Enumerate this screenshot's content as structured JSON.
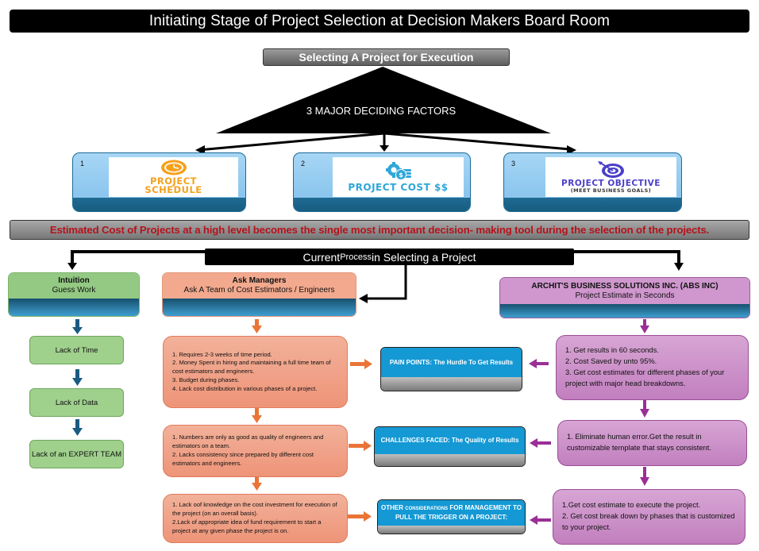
{
  "header": {
    "title": "Initiating Stage of Project Selection at Decision Makers Board Room",
    "selecting_label": "Selecting A Project for Execution",
    "triangle_label": "3 MAJOR DECIDING FACTORS"
  },
  "factors": [
    {
      "number": "1",
      "icon": "clock-icon",
      "title": "PROJECT",
      "subtitle": "SCHEDULE",
      "color": "#f5a11c"
    },
    {
      "number": "2",
      "icon": "gear-coin-icon",
      "title": "PROJECT COST $$",
      "subtitle": "",
      "color": "#2fa7d8"
    },
    {
      "number": "3",
      "icon": "target-arrow-icon",
      "title": "PROJECT OBJECTIVE",
      "subtitle": "(MEET BUSINESS GOALS)",
      "color": "#4a3fc8"
    }
  ],
  "banner": "Estimated Cost of Projects at a high level becomes the single most important decision- making tool during the selection of the projects.",
  "process_bar": {
    "part1": "Current ",
    "part2": "Process",
    "part3": " in Selecting  a Project"
  },
  "columns": {
    "intuition": {
      "title": "Intuition",
      "subtitle": "Guess Work",
      "items": [
        "Lack of Time",
        "Lack of Data",
        "Lack  of an EXPERT TEAM"
      ]
    },
    "managers": {
      "title": "Ask Managers",
      "subtitle": "Ask A Team of Cost Estimators / Engineers",
      "boxes": [
        [
          "1. Requires 2-3 weeks of time period.",
          "2. Money Spent in hiring and maintaining a full time team of cost estimators and engineers.",
          "3. Budget during phases.",
          "4. Lack cost distribution in various phases of a project."
        ],
        [
          "1. Numbers are only as good as quality of engineers and estimators on a team.",
          "2. Lacks consistency since prepared by different cost estimators and engineers."
        ],
        [
          "1. Lack oof knowledge on the cost investment for execution of the project (on an overall basis).",
          "2.Lack of appropriate idea of fund requirement to start a project at any given phase the project is on."
        ]
      ]
    },
    "middle": [
      {
        "label": "PAIN POINTS: The Hurdle To Get Results"
      },
      {
        "label": "CHALLENGES FACED: The Quality of Results"
      },
      {
        "label_a": "OTHER ",
        "label_b": "CONSIDERATIONS",
        "label_c": " FOR MANAGEMENT TO",
        "label_d": "PULL THE TRIGGER ON A PROJECT:"
      }
    ],
    "abs": {
      "title": "ARCHIT'S BUSINESS SOLUTIONS INC. (ABS INC)",
      "subtitle": "Project Estimate in Seconds",
      "boxes": [
        [
          "1. Get results in 60 seconds.",
          "2.  Cost Saved by unto 95%.",
          "3. Get cost estimates for different phases of your project with major head breakdowns."
        ],
        [
          "1. Eliminate human error.Get the result in customizable template that stays consistent."
        ],
        [
          "1.Get cost estimate to execute the project.",
          "2. Get cost break down by phases that is customized to your project."
        ]
      ]
    }
  },
  "colors": {
    "title_bg": "#000000",
    "banner_text": "#b5121b",
    "factor_card": "#8cc6ee",
    "intuition_green": "#93c983",
    "managers_orange": "#f2a98e",
    "abs_purple": "#cf97cd",
    "callout_blue": "#1499d4",
    "arrow_blue": "#1a5b82",
    "arrow_orange": "#ea7436",
    "arrow_purple": "#9a2f96"
  }
}
